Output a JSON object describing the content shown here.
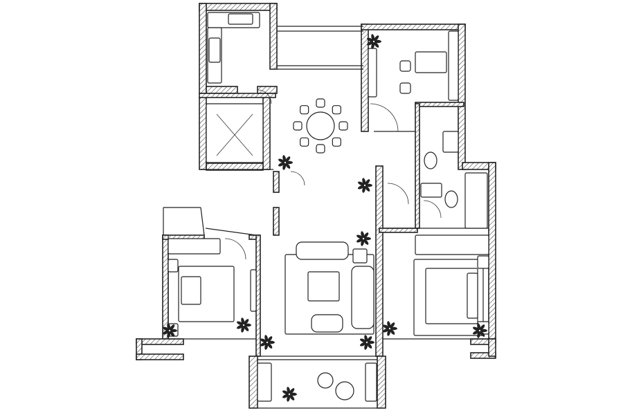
{
  "drawing": {
    "kind": "hand-sketched apartment floor plan",
    "rooms": [
      "kitchen",
      "corridor",
      "study",
      "stair-elevator-core",
      "dining",
      "bathroom-1",
      "bathroom-2",
      "bedroom-left",
      "living-room",
      "bedroom-right",
      "balcony"
    ],
    "colors": {
      "ink": "#222222",
      "paper": "#ffffff",
      "hatch": "#555555"
    },
    "icons": [
      "plant-icon",
      "chair-icon",
      "bed-icon",
      "sofa-icon",
      "toilet-icon",
      "sink-icon",
      "stove-icon",
      "door-swing-icon",
      "window-icon"
    ]
  }
}
